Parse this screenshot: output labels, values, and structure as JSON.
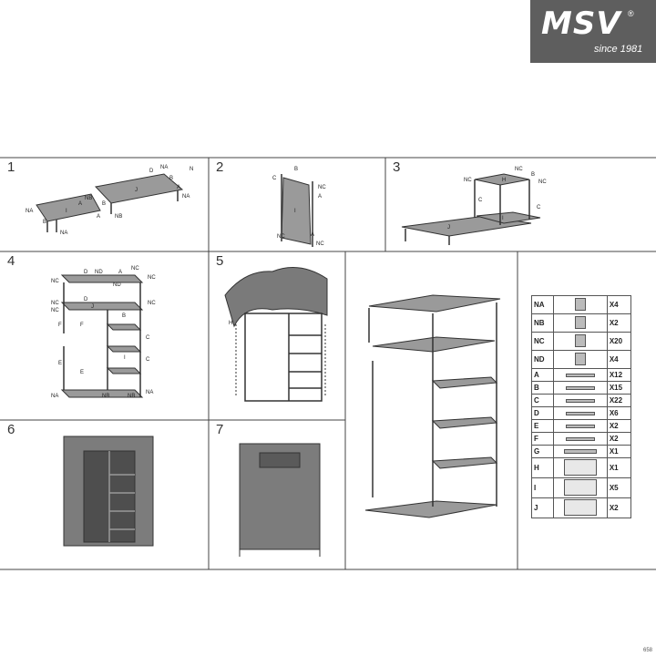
{
  "brand": {
    "name": "MSV",
    "registered": "®",
    "tagline": "since 1981",
    "bg_color": "#5e5e5e"
  },
  "steps": [
    {
      "number": "1",
      "labels": [
        "NA",
        "NA",
        "NA",
        "NB",
        "NB",
        "B",
        "B",
        "A",
        "A",
        "I",
        "J",
        "D",
        "N",
        "B",
        "A",
        "NA"
      ]
    },
    {
      "number": "2",
      "labels": [
        "B",
        "C",
        "NC",
        "A",
        "I",
        "NC",
        "NC",
        "A"
      ]
    },
    {
      "number": "3",
      "labels": [
        "NC",
        "NC",
        "NC",
        "H",
        "B",
        "C",
        "C",
        "J",
        "I"
      ]
    },
    {
      "number": "4",
      "labels": [
        "NC",
        "NC",
        "NC",
        "ND",
        "ND",
        "NC",
        "NC",
        "D",
        "D",
        "A",
        "NC",
        "J",
        "F",
        "F",
        "E",
        "E",
        "NA",
        "NB",
        "NB",
        "NA",
        "B",
        "C",
        "C",
        "I"
      ]
    },
    {
      "number": "5",
      "labels": [
        "H"
      ]
    },
    {
      "number": "6",
      "labels": []
    },
    {
      "number": "7",
      "labels": []
    }
  ],
  "parts": [
    {
      "code": "NA",
      "qty": "X4",
      "icon": "connector-na-icon"
    },
    {
      "code": "NB",
      "qty": "X2",
      "icon": "connector-nb-icon"
    },
    {
      "code": "NC",
      "qty": "X20",
      "icon": "connector-nc-icon"
    },
    {
      "code": "ND",
      "qty": "X4",
      "icon": "connector-nd-icon"
    },
    {
      "code": "A",
      "qty": "X12",
      "icon": "tube-a-icon"
    },
    {
      "code": "B",
      "qty": "X15",
      "icon": "tube-b-icon"
    },
    {
      "code": "C",
      "qty": "X22",
      "icon": "tube-c-icon"
    },
    {
      "code": "D",
      "qty": "X6",
      "icon": "tube-d-icon"
    },
    {
      "code": "E",
      "qty": "X2",
      "icon": "tube-e-icon"
    },
    {
      "code": "F",
      "qty": "X2",
      "icon": "tube-f-icon"
    },
    {
      "code": "G",
      "qty": "X1",
      "icon": "hanging-rail-icon"
    },
    {
      "code": "H",
      "qty": "X1",
      "icon": "small-shelf-icon"
    },
    {
      "code": "I",
      "qty": "X5",
      "icon": "shelf-board-icon"
    },
    {
      "code": "J",
      "qty": "X2",
      "icon": "large-shelf-icon"
    }
  ],
  "page_number": "658"
}
